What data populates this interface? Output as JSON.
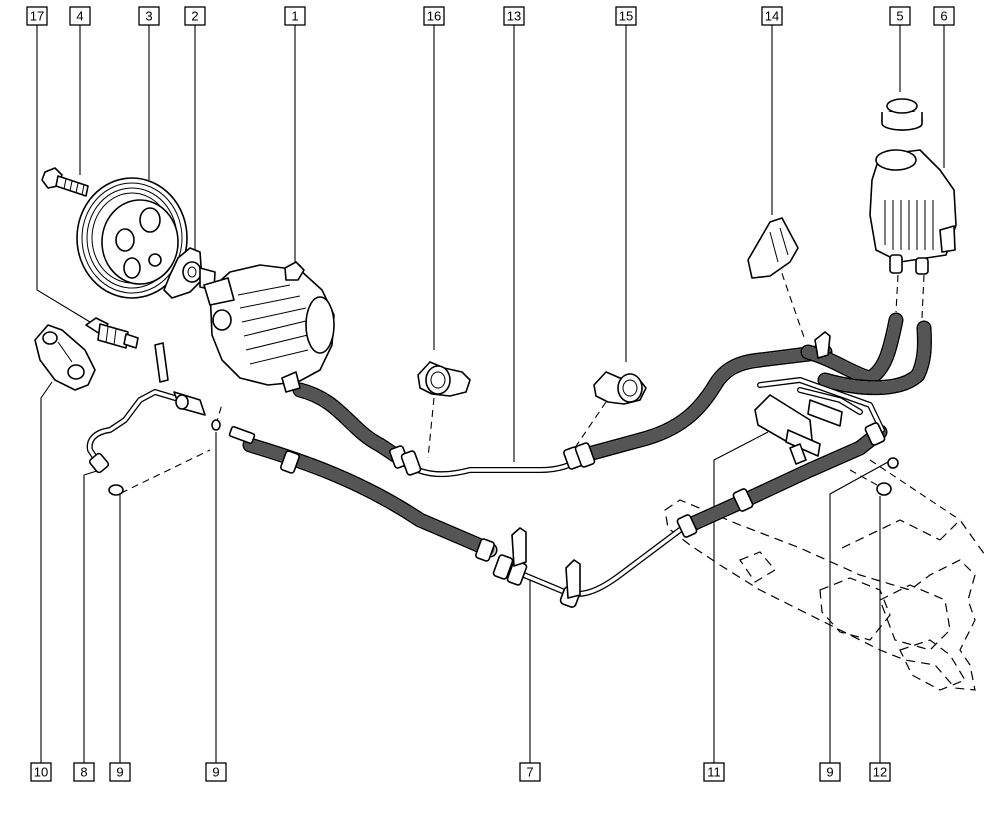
{
  "callouts": {
    "c17": "17",
    "c4": "4",
    "c3": "3",
    "c2": "2",
    "c1": "1",
    "c16": "16",
    "c13": "13",
    "c15": "15",
    "c14": "14",
    "c5": "5",
    "c6": "6",
    "b10": "10",
    "b8": "8",
    "b9a": "9",
    "b9b": "9",
    "b7": "7",
    "b11": "11",
    "b9c": "9",
    "b12": "12"
  }
}
